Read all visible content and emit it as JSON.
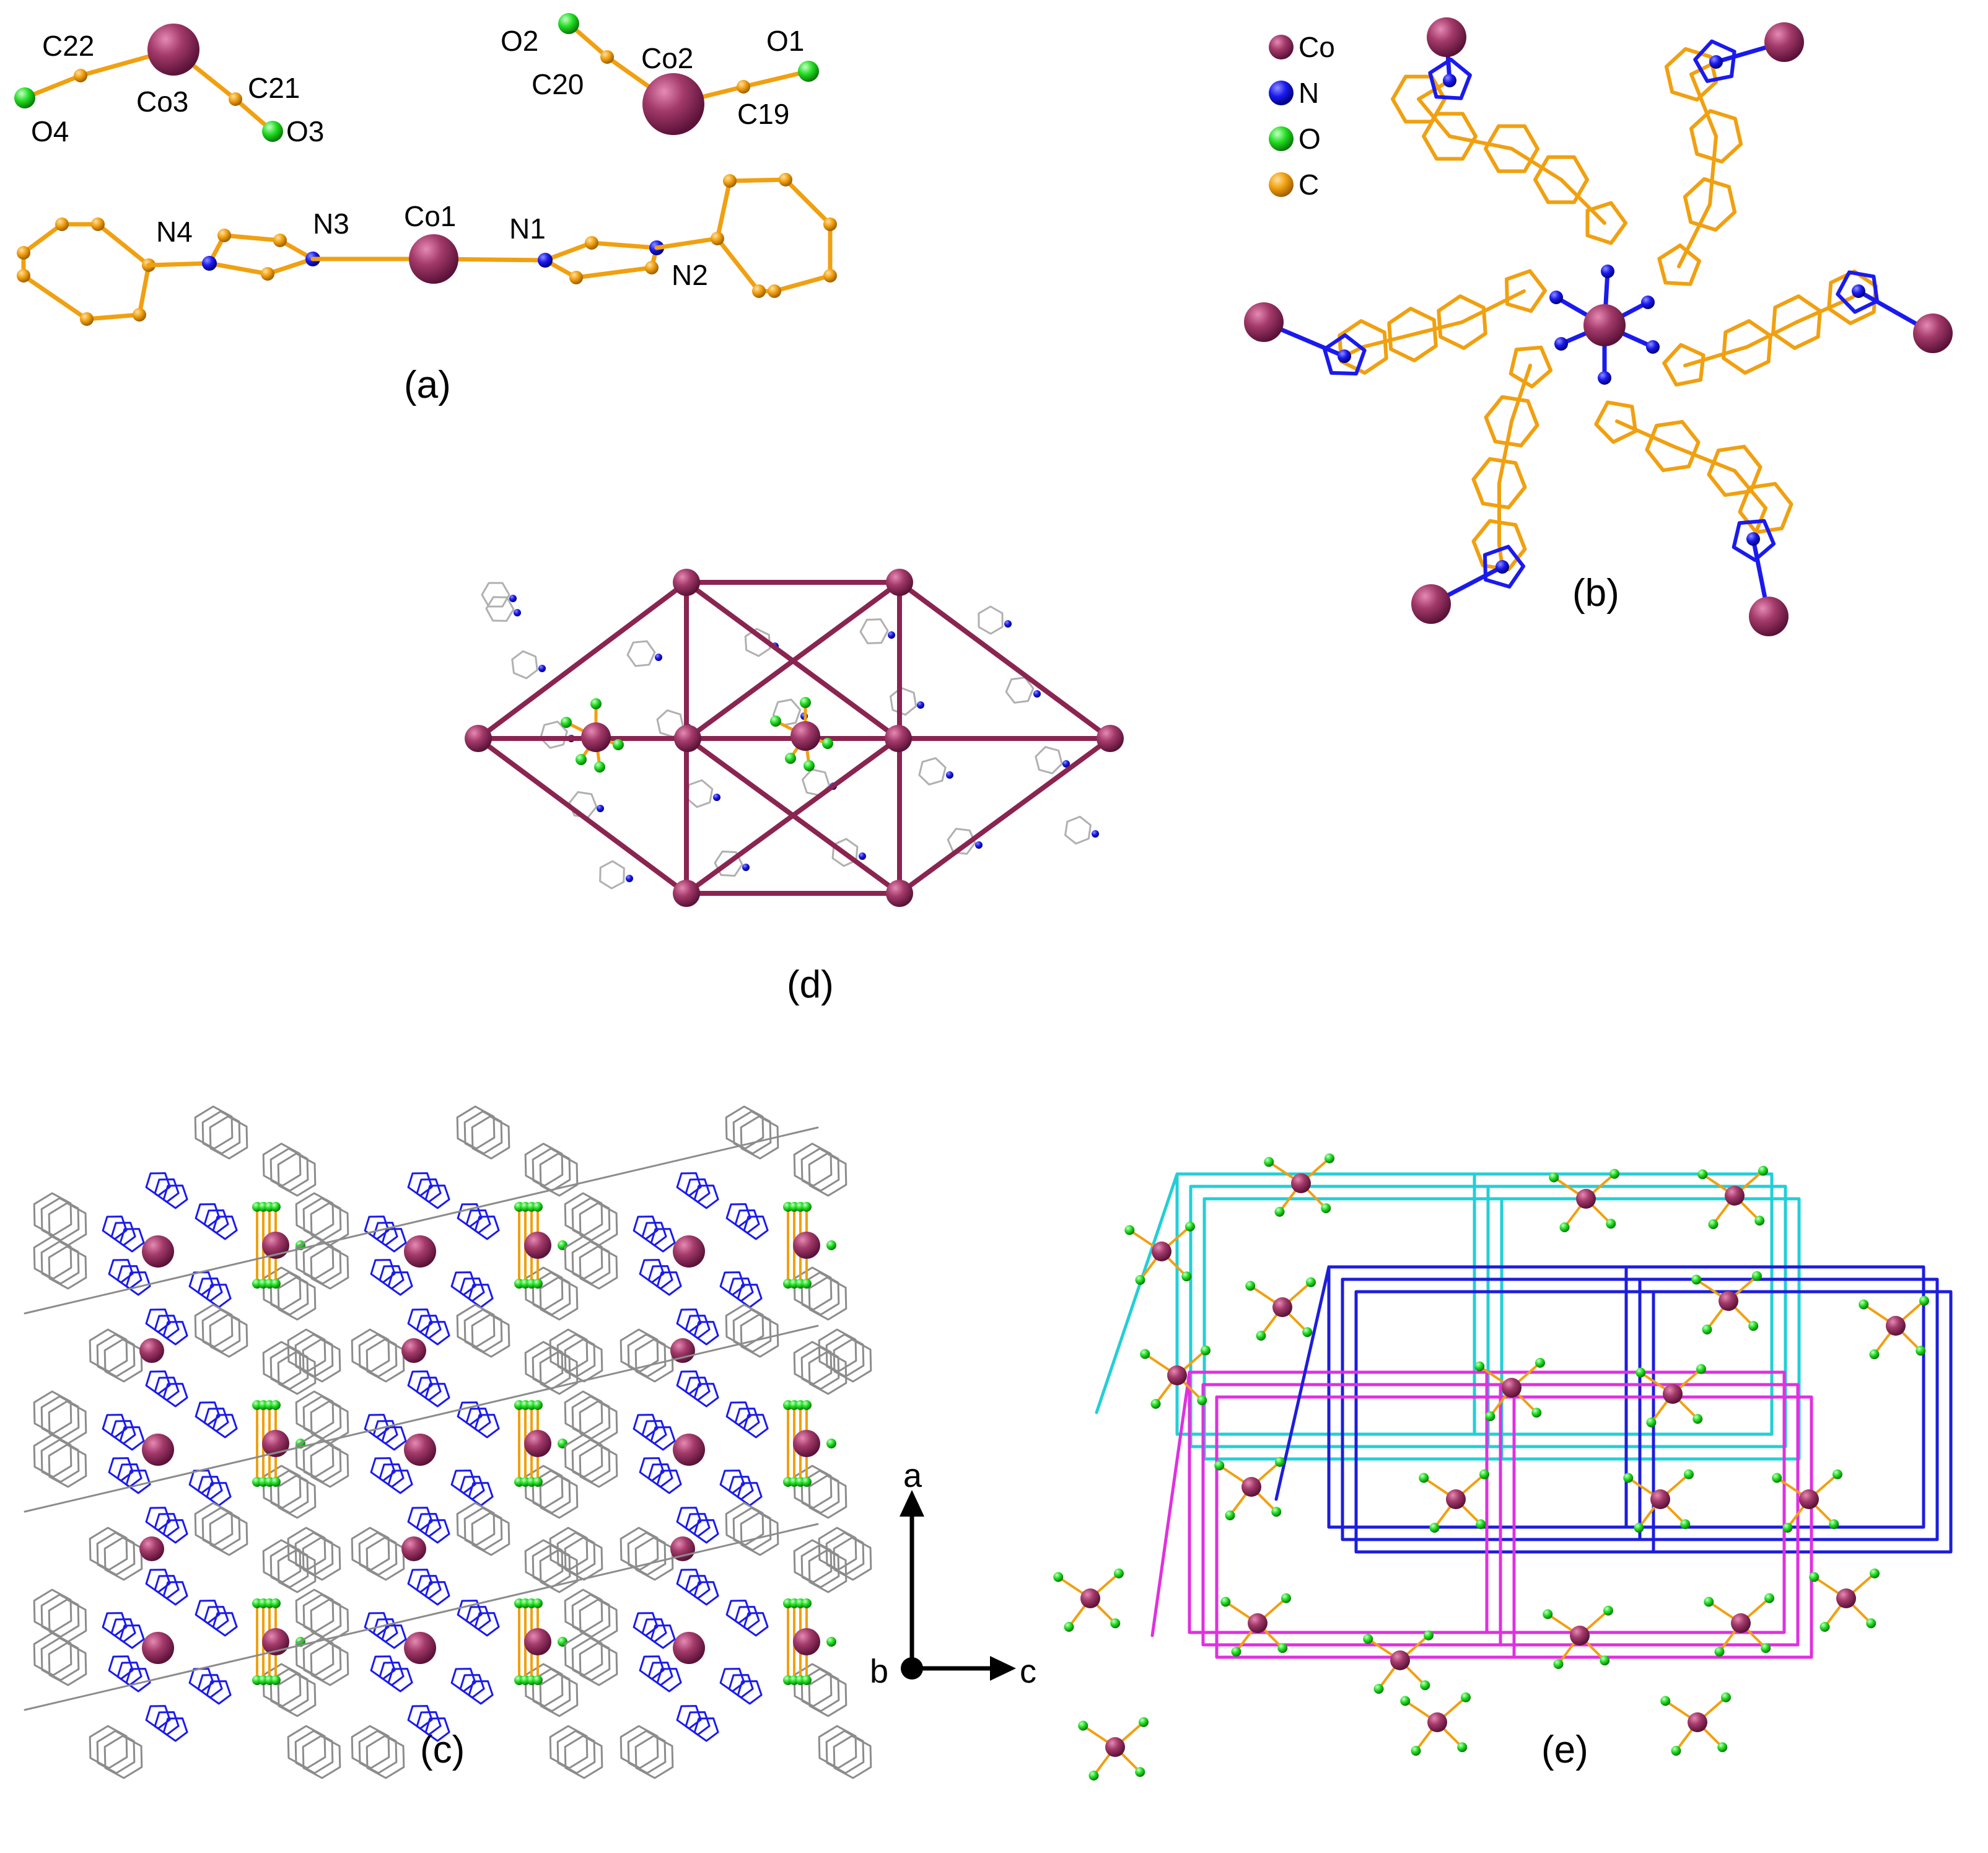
{
  "colors": {
    "co": "#a33a6a",
    "n": "#1a1aee",
    "o": "#22dd22",
    "c": "#f0a010",
    "bond": "#f0a010",
    "frame": "#8a2450",
    "grey": "#8c8c8c",
    "cyan": "#22cfd6",
    "blue": "#1d1ddd",
    "magenta": "#e030e0"
  },
  "panels": {
    "a": {
      "caption": "(a)",
      "atom_labels": [
        "C22",
        "Co3",
        "C21",
        "O4",
        "O3",
        "O2",
        "C20",
        "Co2",
        "O1",
        "C19",
        "N4",
        "N3",
        "Co1",
        "N1",
        "N2"
      ]
    },
    "b": {
      "caption": "(b)",
      "legend": [
        {
          "label": "Co",
          "color_key": "co"
        },
        {
          "label": "N",
          "color_key": "n"
        },
        {
          "label": "O",
          "color_key": "o"
        },
        {
          "label": "C",
          "color_key": "c"
        }
      ]
    },
    "c": {
      "caption": "(c)"
    },
    "d": {
      "caption": "(d)"
    },
    "e": {
      "caption": "(e)"
    }
  },
  "axes": {
    "a": "a",
    "b": "b",
    "c": "c"
  }
}
